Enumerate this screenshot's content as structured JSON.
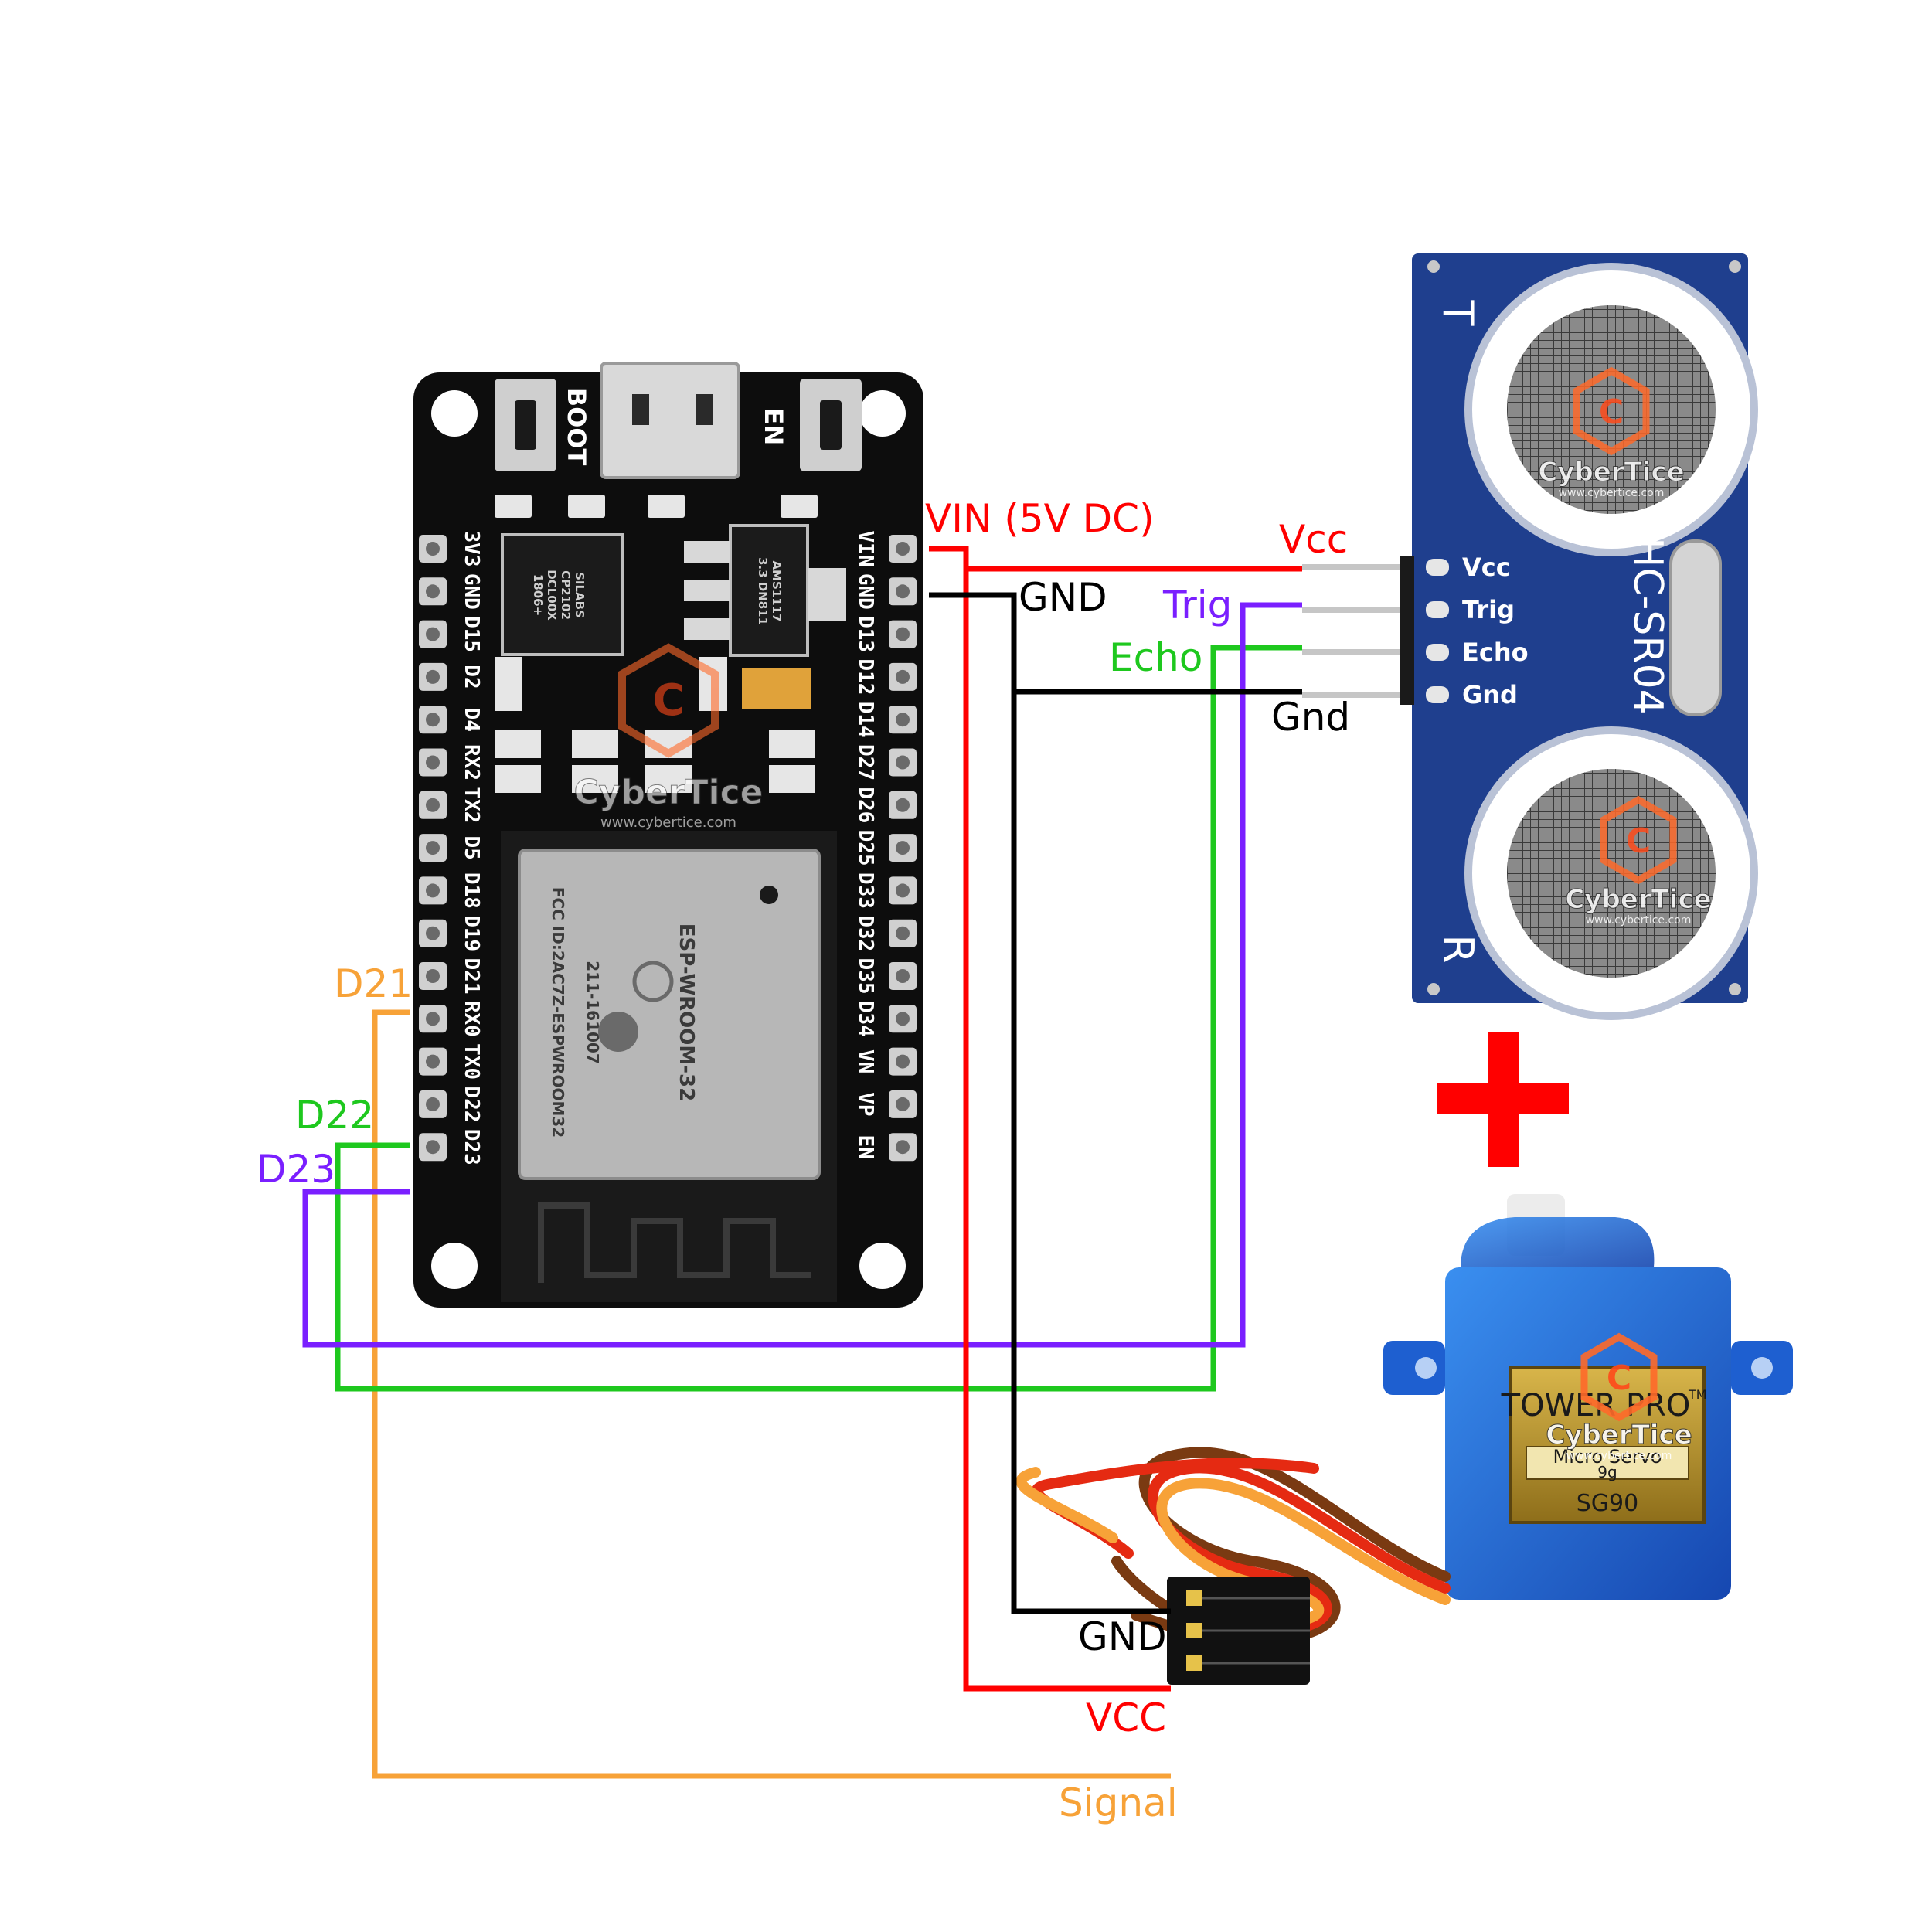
{
  "esp32": {
    "boot_label": "BOOT",
    "en_label": "EN",
    "left_pins": [
      "3V3",
      "GND",
      "D15",
      "D2",
      "D4",
      "RX2",
      "TX2",
      "D5",
      "D18",
      "D19",
      "D21",
      "RX0",
      "TX0",
      "D22",
      "D23"
    ],
    "right_pins": [
      "VIN",
      "GND",
      "D13",
      "D12",
      "D14",
      "D27",
      "D26",
      "D25",
      "D33",
      "D32",
      "D35",
      "D34",
      "VN",
      "VP",
      "EN"
    ],
    "chip_lines": [
      "SILABS",
      "CP2102",
      "DCL00X",
      "1806+"
    ],
    "regulator_lines": [
      "AMS1117",
      "3.3 DN811"
    ],
    "module_name": "ESP-WROOM-32",
    "module_fcc": "FCC ID:2AC7Z-ESPWROOM32",
    "module_cert": "211-161007"
  },
  "ultrasonic": {
    "model": "HC-SR04",
    "t_label": "T",
    "r_label": "R",
    "pins": [
      "Vcc",
      "Trig",
      "Echo",
      "Gnd"
    ]
  },
  "plus_sign": "+",
  "servo": {
    "brand": "TOWER PRO",
    "tm": "TM",
    "line1": "Micro Servo",
    "line2": "9g",
    "model": "SG90"
  },
  "watermark": {
    "name": "CyberTice",
    "url": "www.cybertice.com"
  },
  "labels": {
    "vin": "VIN (5V DC)",
    "esp_gnd": "GND",
    "d21": "D21",
    "d22": "D22",
    "d23": "D23",
    "us_vcc": "Vcc",
    "us_trig": "Trig",
    "us_echo": "Echo",
    "us_gnd": "Gnd",
    "servo_gnd": "GND",
    "servo_vcc": "VCC",
    "servo_signal": "Signal"
  },
  "colors": {
    "power": "#ff0000",
    "ground": "#000000",
    "trig": "#7a1fff",
    "echo": "#1ec81e",
    "signal": "#f7a238",
    "board": "#0d0d0d",
    "sensor_board": "#1f3f8e",
    "servo_body": "#1e6fd8"
  }
}
